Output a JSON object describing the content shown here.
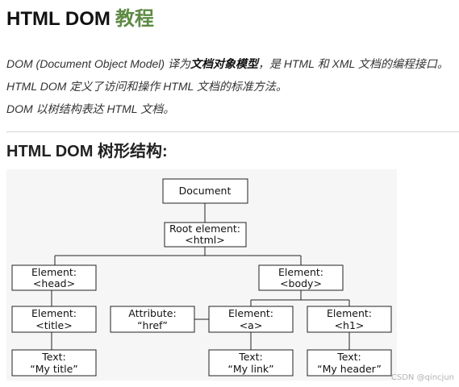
{
  "header": {
    "title": "HTML DOM",
    "title_accent": "教程",
    "accent_color": "#5e8a45"
  },
  "intro": {
    "p1_before": "DOM (Document Object Model) 译为",
    "p1_bold": "文档对象模型",
    "p1_after": "，是 HTML 和 XML 文档的编程接口。",
    "p2": "HTML DOM 定义了访问和操作 HTML 文档的标准方法。",
    "p3": "DOM 以树结构表达 HTML 文档。"
  },
  "section": {
    "title": "HTML DOM 树形结构:"
  },
  "tree": {
    "document": "Document",
    "root": [
      "Root element:",
      "<html>"
    ],
    "head": [
      "Element:",
      "<head>"
    ],
    "body": [
      "Element:",
      "<body>"
    ],
    "title": [
      "Element:",
      "<title>"
    ],
    "attribute": [
      "Attribute:",
      "“href”"
    ],
    "a": [
      "Element:",
      "<a>"
    ],
    "h1": [
      "Element:",
      "<h1>"
    ],
    "text_title": [
      "Text:",
      "“My title”"
    ],
    "text_link": [
      "Text:",
      "“My link”"
    ],
    "text_header": [
      "Text:",
      "“My header”"
    ]
  },
  "watermark": "CSDN @qincjun"
}
